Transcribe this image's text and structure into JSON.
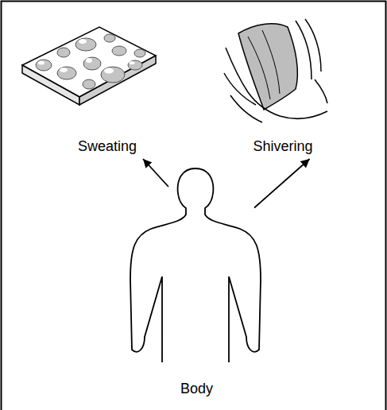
{
  "diagram": {
    "nodes": [
      {
        "text": [
          "Sweating"
        ]
      },
      {
        "text": [
          "Shivering"
        ]
      },
      {
        "text": [
          "Body"
        ]
      }
    ],
    "edges": [
      {
        "from": 2,
        "to": 0,
        "arrow": "to"
      },
      {
        "from": 2,
        "to": 1,
        "arrow": "to"
      }
    ]
  }
}
